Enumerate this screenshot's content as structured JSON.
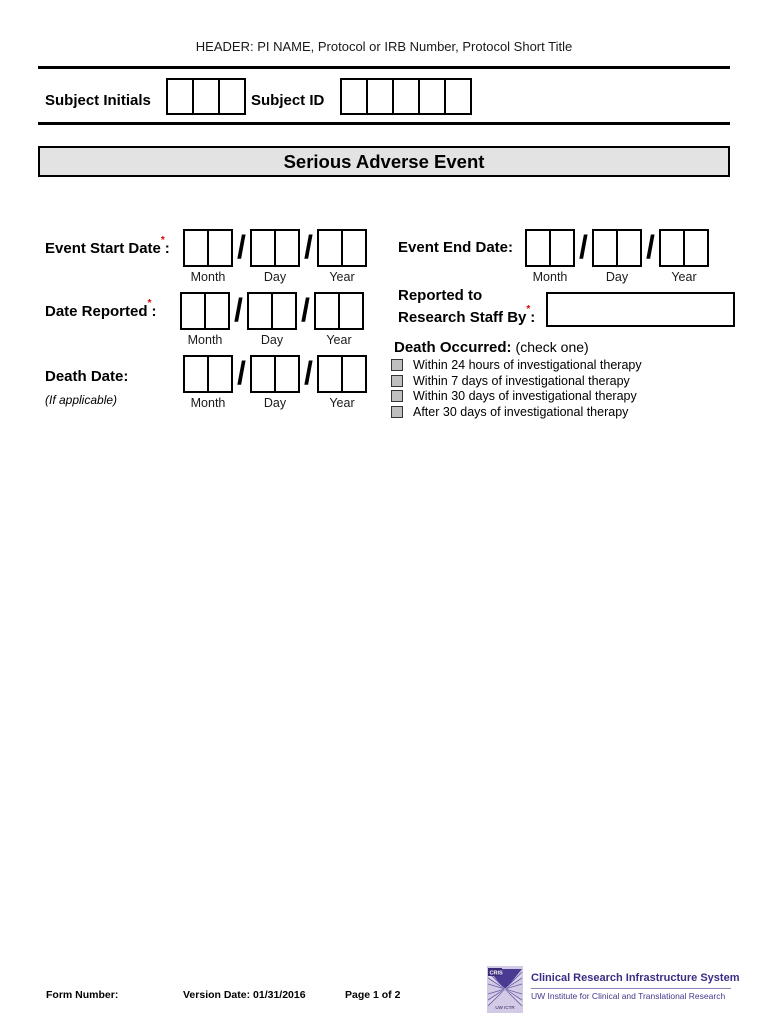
{
  "header": {
    "note": "HEADER: PI NAME, Protocol or IRB Number, Protocol Short Title"
  },
  "subject": {
    "initials_label": "Subject Initials",
    "id_label": "Subject ID"
  },
  "banner": {
    "title": "Serious Adverse Event"
  },
  "marks": {
    "required": "*",
    "colon": ":",
    "slash": "/"
  },
  "date_labels": {
    "month": "Month",
    "day": "Day",
    "year": "Year"
  },
  "fields": {
    "event_start": {
      "label": "Event Start Date"
    },
    "event_end": {
      "label": "Event End Date:"
    },
    "date_reported": {
      "label": "Date Reported"
    },
    "reported_to": {
      "line1": "Reported to",
      "line2": "Research Staff By"
    },
    "death_date": {
      "label": "Death Date:",
      "note": "(If applicable)"
    },
    "death_occurred": {
      "label": "Death Occurred:",
      "hint": "(check one)",
      "options": [
        "Within 24 hours of investigational therapy",
        "Within 7 days of investigational therapy",
        "Within 30 days of investigational therapy",
        "After 30 days of investigational therapy"
      ]
    }
  },
  "footer": {
    "form_number": "Form Number:",
    "version_date": "Version Date: 01/31/2016",
    "page": "Page 1 of 2",
    "logo": {
      "acronym": "CRIS",
      "org_short": "UW ICTR",
      "title": "Clinical Research Infrastructure System",
      "subtitle": "UW Institute for Clinical and Translational Research"
    }
  },
  "colors": {
    "required_red": "#dd0000",
    "banner_gray": "#e3e3e3",
    "logo_purple": "#3b2d84"
  }
}
